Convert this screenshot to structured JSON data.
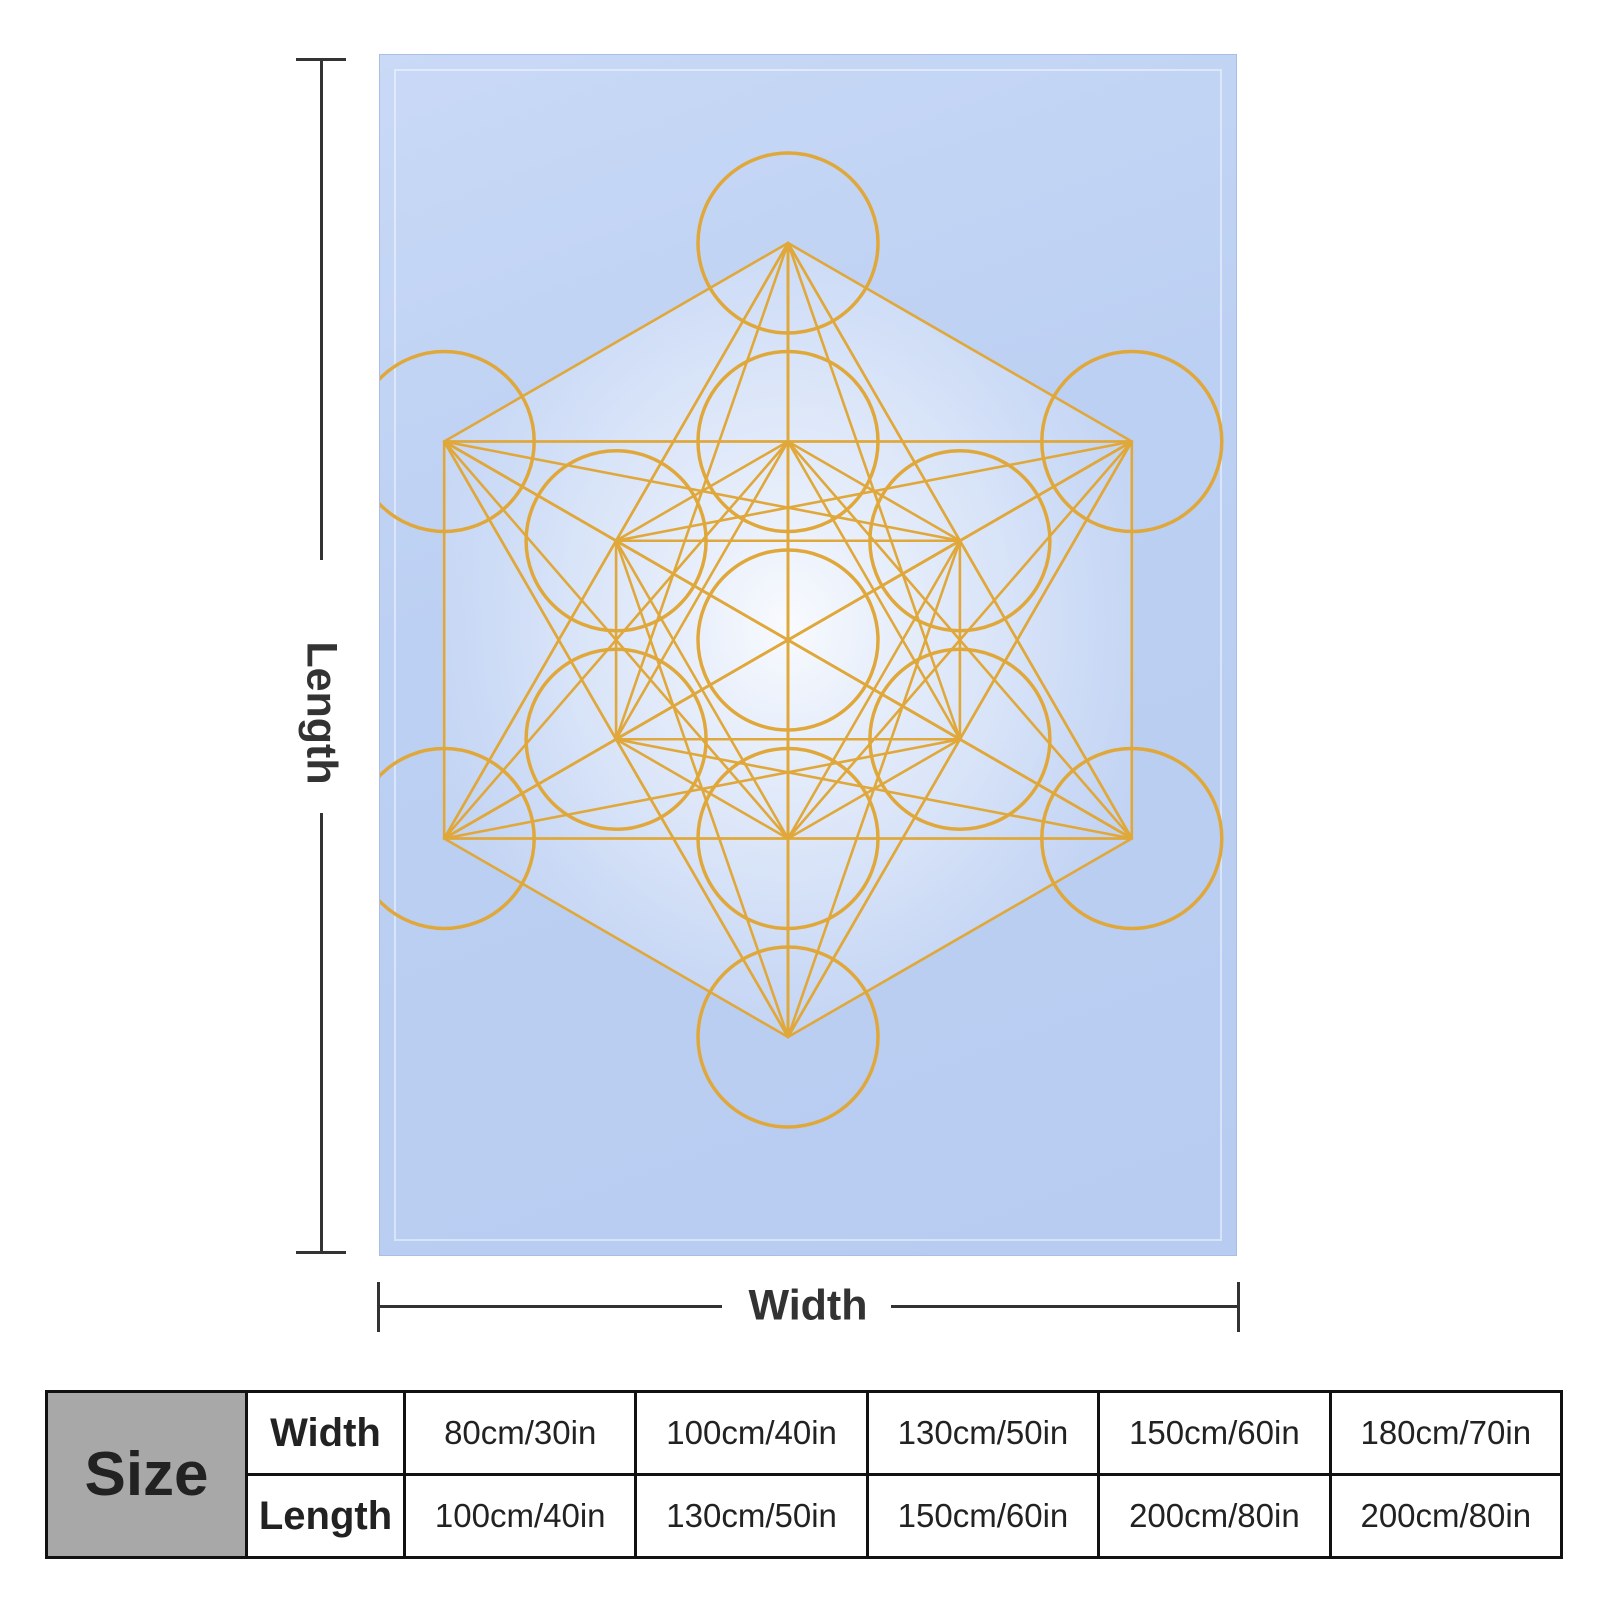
{
  "dimensions": {
    "length_label": "Length",
    "width_label": "Width"
  },
  "blanket": {
    "design": "metatrons-cube",
    "background_color": "#c3d5f5",
    "line_color": "#e0a83a"
  },
  "size_table": {
    "header": "Size",
    "rows": [
      {
        "label": "Width",
        "values": [
          "80cm/30in",
          "100cm/40in",
          "130cm/50in",
          "150cm/60in",
          "180cm/70in"
        ]
      },
      {
        "label": "Length",
        "values": [
          "100cm/40in",
          "130cm/50in",
          "150cm/60in",
          "200cm/80in",
          "200cm/80in"
        ]
      }
    ]
  }
}
